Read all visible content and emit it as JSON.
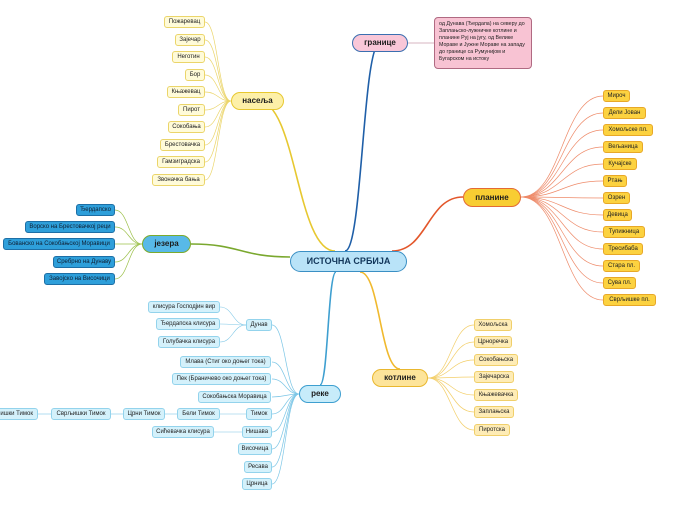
{
  "root": "ИСТОЧНА СРБИЈА",
  "granice": {
    "label": "границе",
    "note": "од Дунава (Ђердапа) на северу до Заплањско-лужничке котлине и планине Руј на југу, од Велике Мораве и Јужне Мораве на западу до границе са Румунијом и Бугарском на истоку"
  },
  "naselja": {
    "label": "насеља",
    "items": [
      "Пожаревац",
      "Зајечар",
      "Неготин",
      "Бор",
      "Књажевац",
      "Пирот",
      "Сокобања",
      "Брестовачка",
      "Гамзиградска",
      "Звоначка бања"
    ]
  },
  "planine": {
    "label": "планине",
    "items": [
      "Мироч",
      "Дели Јован",
      "Хомољске пл.",
      "Вељаница",
      "Кучајске",
      "Ртањ",
      "Озрен",
      "Девица",
      "Тупижница",
      "Тресибаба",
      "Стара пл.",
      "Сува пл.",
      "Сврљишке пл."
    ]
  },
  "jezera": {
    "label": "језера",
    "items": [
      "Ђердапско",
      "Ворско на Брестовачкој реци",
      "Бованско на Сокобањској Моравици",
      "Сребрно на Дунаву",
      "Завојско на Височици"
    ]
  },
  "reke": {
    "label": "реке",
    "items": [
      "Дунав",
      "Млава (Стиг око доњег тока)",
      "Пек (Браничево око доњег тока)",
      "Сокобањска Моравица",
      "Тимок",
      "Нишава",
      "Височица",
      "Ресава",
      "Црница"
    ],
    "dunav_sub": [
      "клисура Господјин вир",
      "Ђердапска клисура",
      "Голубачка клисура"
    ],
    "timok_chain": [
      "Бели Тимок",
      "Црни Тимок",
      "Сврљишки Тимок",
      "Трговишки Тимок"
    ],
    "nisava_sub": [
      "Сићевачка клисура"
    ]
  },
  "kotline": {
    "label": "котлине",
    "items": [
      "Хомољска",
      "Црноречка",
      "Сокобањска",
      "Зајечарска",
      "Књажевачка",
      "Заплањска",
      "Пиротска"
    ]
  },
  "colors": {
    "granice": "#1f5fa8",
    "naselja": "#e7c830",
    "planine": "#e3572b",
    "jezera": "#7aa82e",
    "reke": "#3e9fd0",
    "kotline": "#f0b92e"
  }
}
